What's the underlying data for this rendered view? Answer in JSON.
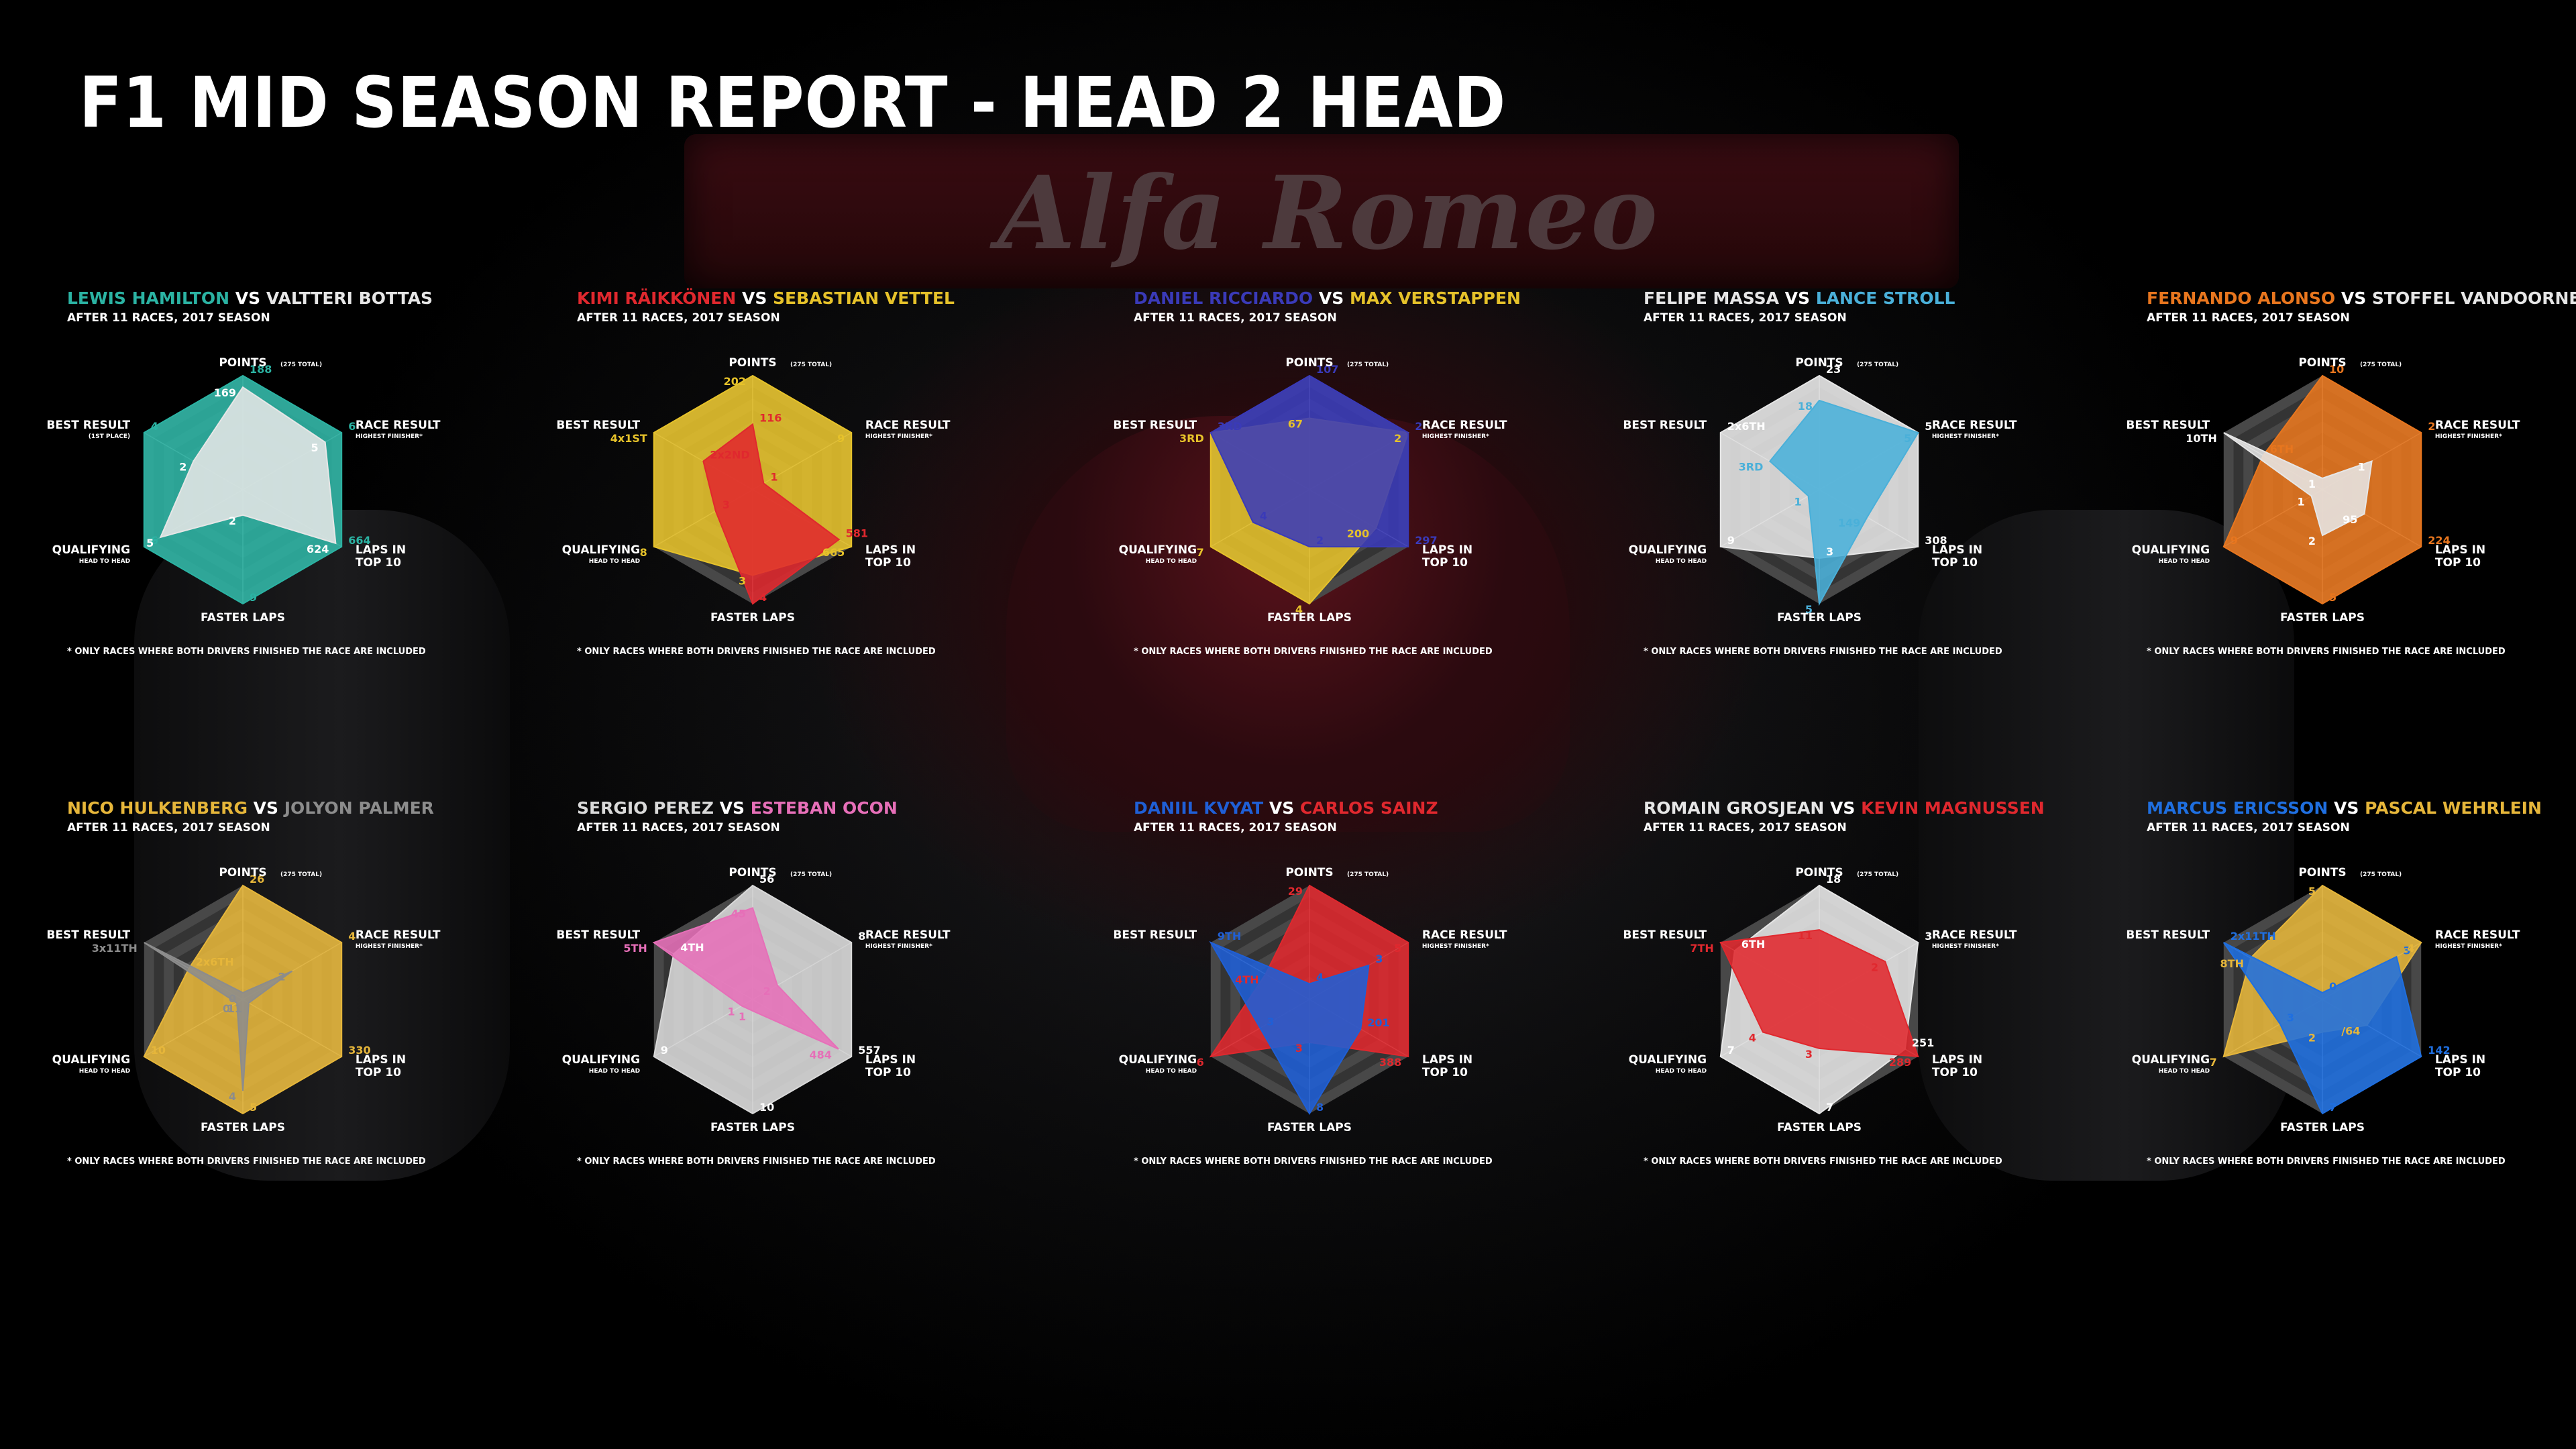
{
  "title": "F1 MID SEASON REPORT - HEAD 2 HEAD",
  "subtitle": "AFTER 11 RACES, 2017 SEASON",
  "footnote": "* ONLY RACES WHERE BOTH DRIVERS FINISHED THE RACE ARE INCLUDED",
  "axes": [
    {
      "label": "POINTS",
      "sub": "(275 TOTAL)"
    },
    {
      "label": "RACE RESULT",
      "sub": "HIGHEST FINISHER*"
    },
    {
      "label": "LAPS IN TOP 10",
      "sub": ""
    },
    {
      "label": "FASTER LAPS",
      "sub": ""
    },
    {
      "label": "QUALIFYING",
      "sub": "HEAD TO HEAD"
    },
    {
      "label": "BEST RESULT",
      "sub": ""
    }
  ],
  "colors": {
    "background": "#000000",
    "grid": "#3a3a3a",
    "grid_line": "#9a9a9a",
    "text": "#ffffff"
  },
  "chart_data": [
    {
      "type": "radar",
      "title": "LEWIS HAMILTON VS VALTTERI BOTTAS",
      "best_note": "(1ST PLACE)",
      "drivers": [
        {
          "name": "LEWIS HAMILTON",
          "color": "#2bb3a3",
          "values": [
            188,
            6,
            664,
            9,
            6,
            4
          ],
          "labels": [
            "188",
            "6",
            "664",
            "9",
            "6",
            "4"
          ]
        },
        {
          "name": "VALTTERI BOTTAS",
          "color": "#e6e6e6",
          "values": [
            169,
            5,
            624,
            2,
            5,
            2
          ],
          "labels": [
            "169",
            "5",
            "624",
            "2",
            "5",
            "2"
          ]
        }
      ]
    },
    {
      "type": "radar",
      "title": "KIMI RÄIKKÖNEN VS SEBASTIAN VETTEL",
      "drivers": [
        {
          "name": "KIMI RÄIKKÖNEN",
          "color": "#e0282e",
          "values": [
            116,
            1,
            581,
            4,
            3,
            2
          ],
          "labels": [
            "116",
            "1",
            "581",
            "4",
            "3",
            "2x2ND"
          ]
        },
        {
          "name": "SEBASTIAN VETTEL",
          "color": "#e6c22a",
          "values": [
            202,
            9,
            665,
            3,
            8,
            4
          ],
          "labels": [
            "202",
            "9",
            "665",
            "3",
            "8",
            "4x1ST"
          ]
        }
      ]
    },
    {
      "type": "radar",
      "title": "DANIEL RICCIARDO VS MAX VERSTAPPEN",
      "drivers": [
        {
          "name": "DANIEL RICCIARDO",
          "color": "#3a3ab8",
          "values": [
            107,
            2,
            297,
            2,
            4,
            3
          ],
          "labels": [
            "107",
            "2",
            "297",
            "2",
            "4",
            "3RD"
          ]
        },
        {
          "name": "MAX VERSTAPPEN",
          "color": "#e6c22a",
          "values": [
            67,
            2,
            200,
            4,
            7,
            3
          ],
          "labels": [
            "67",
            "2",
            "200",
            "4",
            "7",
            "3RD"
          ]
        }
      ]
    },
    {
      "type": "radar",
      "title": "FELIPE MASSA VS LANCE STROLL",
      "drivers": [
        {
          "name": "FELIPE MASSA",
          "color": "#e6e6e6",
          "values": [
            23,
            5,
            308,
            3,
            9,
            6
          ],
          "labels": [
            "23",
            "5",
            "308",
            "3",
            "9",
            "2x6TH"
          ]
        },
        {
          "name": "LANCE STROLL",
          "color": "#4ab0d9",
          "values": [
            18,
            5,
            149,
            5,
            1,
            3
          ],
          "labels": [
            "18",
            "5",
            "149",
            "5",
            "1",
            "3RD"
          ]
        }
      ]
    },
    {
      "type": "radar",
      "title": "FERNANDO ALONSO VS STOFFEL VANDOORNE",
      "drivers": [
        {
          "name": "FERNANDO ALONSO",
          "color": "#e8761e",
          "values": [
            10,
            2,
            224,
            5,
            9,
            6
          ],
          "labels": [
            "10",
            "2",
            "224",
            "5",
            "9",
            "6TH"
          ]
        },
        {
          "name": "STOFFEL VANDOORNE",
          "color": "#e6e6e6",
          "values": [
            1,
            1,
            95,
            2,
            1,
            10
          ],
          "labels": [
            "1",
            "1",
            "95",
            "2",
            "1",
            "10TH"
          ]
        }
      ]
    },
    {
      "type": "radar",
      "title": "NICO HULKENBERG VS JOLYON PALMER",
      "drivers": [
        {
          "name": "NICO HULKENBERG",
          "color": "#e6b63a",
          "values": [
            26,
            4,
            330,
            5,
            10,
            6
          ],
          "labels": [
            "26",
            "4",
            "330",
            "5",
            "10",
            "2x6TH"
          ]
        },
        {
          "name": "JOLYON PALMER",
          "color": "#8c8c8c",
          "values": [
            0,
            2,
            11,
            4,
            0,
            11
          ],
          "labels": [
            "0",
            "2",
            "11",
            "4",
            "0",
            "3x11TH"
          ]
        }
      ]
    },
    {
      "type": "radar",
      "title": "SERGIO PEREZ VS ESTEBAN OCON",
      "drivers": [
        {
          "name": "SERGIO PEREZ",
          "color": "#d9d9d9",
          "values": [
            56,
            8,
            557,
            10,
            9,
            4
          ],
          "labels": [
            "56",
            "8",
            "557",
            "10",
            "9",
            "4TH"
          ]
        },
        {
          "name": "ESTEBAN OCON",
          "color": "#e66fb8",
          "values": [
            45,
            2,
            484,
            1,
            1,
            5
          ],
          "labels": [
            "45",
            "2",
            "484",
            "1",
            "1",
            "5TH"
          ]
        }
      ]
    },
    {
      "type": "radar",
      "title": "DANIIL KVYAT VS CARLOS SAINZ",
      "drivers": [
        {
          "name": "DANIIL KVYAT",
          "color": "#1f5fd6",
          "values": [
            4,
            3,
            201,
            8,
            3,
            9
          ],
          "labels": [
            "4",
            "3",
            "201",
            "8",
            "3",
            "9TH"
          ]
        },
        {
          "name": "CARLOS SAINZ",
          "color": "#e0282e",
          "values": [
            29,
            5,
            388,
            3,
            6,
            4
          ],
          "labels": [
            "29",
            "5",
            "388",
            "3",
            "6",
            "4TH"
          ]
        }
      ]
    },
    {
      "type": "radar",
      "title": "ROMAIN GROSJEAN VS KEVIN MAGNUSSEN",
      "drivers": [
        {
          "name": "ROMAIN GROSJEAN",
          "color": "#e6e6e6",
          "values": [
            18,
            3,
            251,
            7,
            7,
            6
          ],
          "labels": [
            "18",
            "3",
            "251",
            "7",
            "7",
            "6TH"
          ]
        },
        {
          "name": "KEVIN MAGNUSSEN",
          "color": "#e0282e",
          "values": [
            11,
            2,
            289,
            3,
            4,
            7
          ],
          "labels": [
            "11",
            "2",
            "289",
            "3",
            "4",
            "7TH"
          ]
        }
      ]
    },
    {
      "type": "radar",
      "title": "MARCUS ERICSSON VS PASCAL WEHRLEIN",
      "drivers": [
        {
          "name": "MARCUS ERICSSON",
          "color": "#1f6fe0",
          "values": [
            0,
            3,
            142,
            7,
            3,
            11
          ],
          "labels": [
            "0",
            "3",
            "142",
            "7",
            "3",
            "2x11TH"
          ]
        },
        {
          "name": "PASCAL WEHRLEIN",
          "color": "#e6b63a",
          "values": [
            5,
            4,
            64,
            2,
            7,
            8
          ],
          "labels": [
            "5",
            "4",
            "/64",
            "2",
            "7",
            "8TH"
          ]
        }
      ]
    }
  ]
}
